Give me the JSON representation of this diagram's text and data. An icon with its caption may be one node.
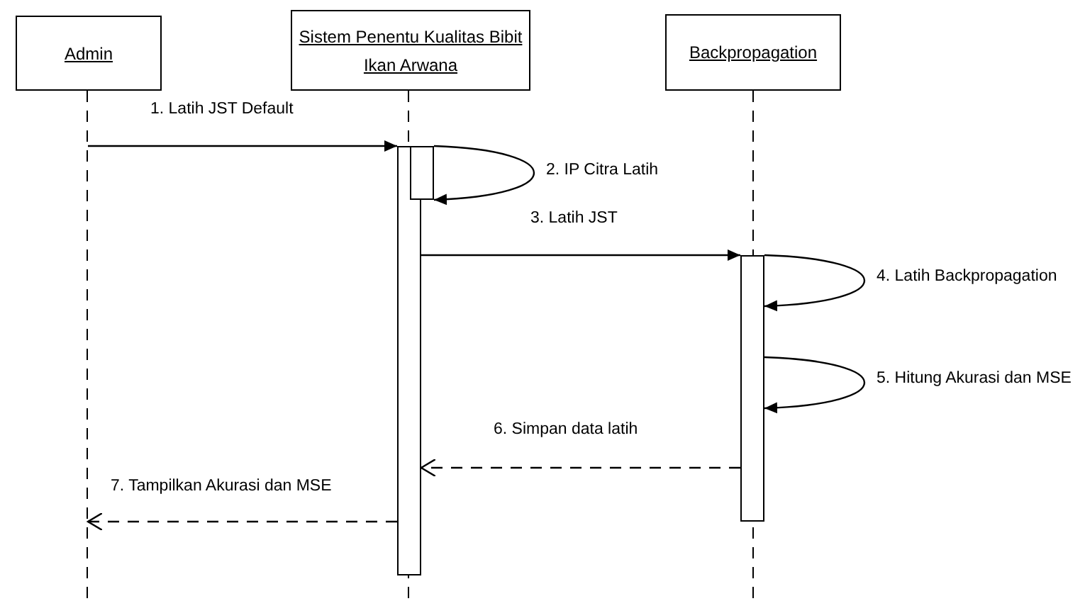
{
  "diagram": {
    "nodes": [
      {
        "text": [
          "Admin"
        ]
      },
      {
        "text": [
          "Sistem Penentu Kualitas Bibit Ikan Arwana"
        ]
      },
      {
        "text": [
          "Backpropagation"
        ]
      },
      {
        "text": [],
        "shape": "bar"
      },
      {
        "text": [],
        "shape": "bar"
      },
      {
        "text": [],
        "shape": "bar"
      }
    ],
    "edges": [
      {
        "from": 0,
        "to": 3,
        "arrow": "to",
        "label": "1. Latih JST Default"
      },
      {
        "from": 4,
        "to": 4,
        "arrow": "to",
        "label": "2. IP Citra Latih"
      },
      {
        "from": 3,
        "to": 5,
        "arrow": "to",
        "label": "3. Latih JST"
      },
      {
        "from": 5,
        "to": 5,
        "arrow": "to",
        "label": "4. Latih Backpropagation"
      },
      {
        "from": 5,
        "to": 5,
        "arrow": "to",
        "label": "5. Hitung Akurasi dan MSE"
      },
      {
        "from": 5,
        "to": 3,
        "arrow": "to",
        "label": "6. Simpan data latih",
        "style": "dashed"
      },
      {
        "from": 3,
        "to": 0,
        "arrow": "to",
        "label": "7. Tampilkan Akurasi dan MSE",
        "style": "dashed"
      }
    ]
  }
}
